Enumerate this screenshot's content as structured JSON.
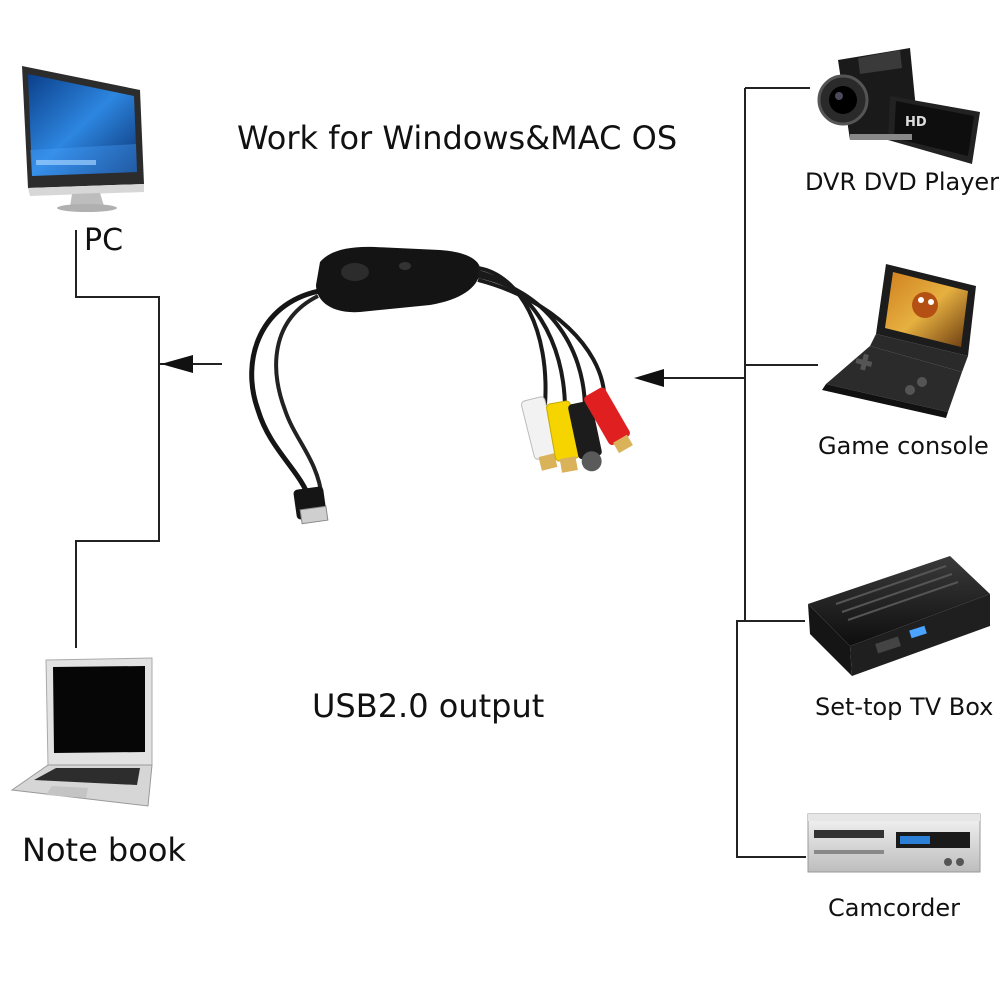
{
  "title": "Work for Windows&MAC OS",
  "output_label": "USB2.0 output",
  "left_devices": [
    {
      "label": "PC",
      "icon": "desktop-monitor-icon"
    },
    {
      "label": "Note book",
      "icon": "laptop-icon"
    }
  ],
  "right_devices": [
    {
      "label": "DVR DVD Player",
      "icon": "video-camcorder-icon"
    },
    {
      "label": "Game console",
      "icon": "handheld-console-icon"
    },
    {
      "label": "Set-top TV Box",
      "icon": "set-top-box-icon"
    },
    {
      "label": "Camcorder",
      "icon": "dvd-recorder-icon"
    }
  ],
  "adapter": {
    "icon": "usb-video-capture-cable-icon",
    "connector_colors": [
      "#f2f2f2",
      "#f5d400",
      "#1c1c1c",
      "#e02020"
    ]
  },
  "colors": {
    "line": "#222222",
    "screen_blue": "#1e6fd0",
    "device_black": "#1a1a1a"
  }
}
